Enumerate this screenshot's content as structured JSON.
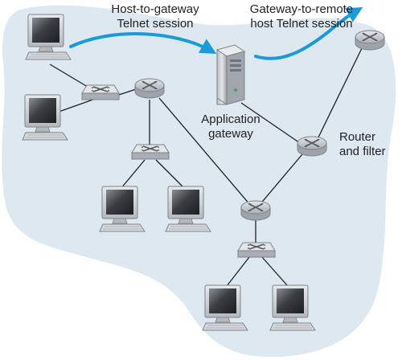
{
  "labels": {
    "host_to_gateway": [
      "Host-to-gateway",
      "Telnet session"
    ],
    "gateway_to_remote": [
      "Gateway-to-remote",
      "host Telnet session"
    ],
    "application_gateway": [
      "Application",
      "gateway"
    ],
    "router_and_filter": [
      "Router",
      "and filter"
    ]
  },
  "colors": {
    "cloud": "#dde8f0",
    "session_arrow": "#1a9ad6",
    "link": "#1f1f1f",
    "device_face": "#c9ccd0",
    "device_edge": "#7e8389",
    "screen": "#3a3d42"
  },
  "icons": {
    "host": "desktop-computer-icon",
    "switch": "switch-icon",
    "router": "router-icon",
    "server": "server-tower-icon"
  }
}
